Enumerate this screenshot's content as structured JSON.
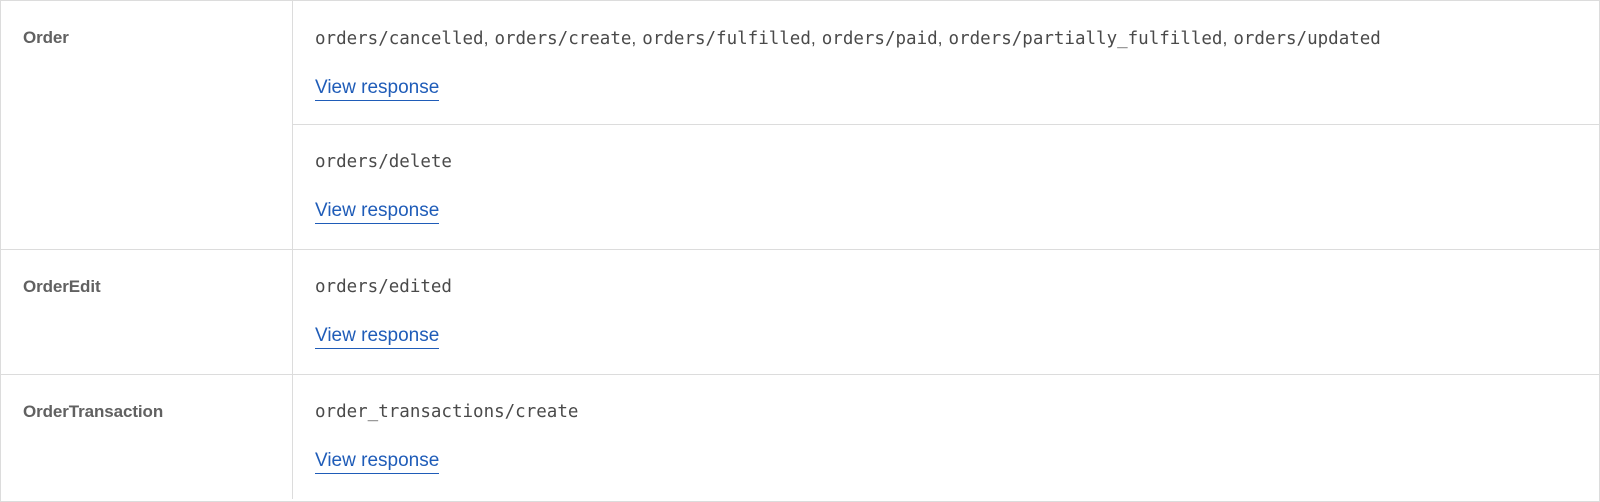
{
  "table": {
    "groups": [
      {
        "resource": "Order",
        "rows": [
          {
            "topics": [
              "orders/cancelled",
              "orders/create",
              "orders/fulfilled",
              "orders/paid",
              "orders/partially_fulfilled",
              "orders/updated"
            ],
            "link_label": "View response"
          },
          {
            "topics": [
              "orders/delete"
            ],
            "link_label": "View response"
          }
        ]
      },
      {
        "resource": "OrderEdit",
        "rows": [
          {
            "topics": [
              "orders/edited"
            ],
            "link_label": "View response"
          }
        ]
      },
      {
        "resource": "OrderTransaction",
        "rows": [
          {
            "topics": [
              "order_transactions/create"
            ],
            "link_label": "View response"
          }
        ]
      }
    ],
    "separator": ","
  },
  "colors": {
    "border": "#dcdcdc",
    "resource_text": "#616161",
    "topic_text": "#4a4a4a",
    "link": "#1f5cb8"
  }
}
